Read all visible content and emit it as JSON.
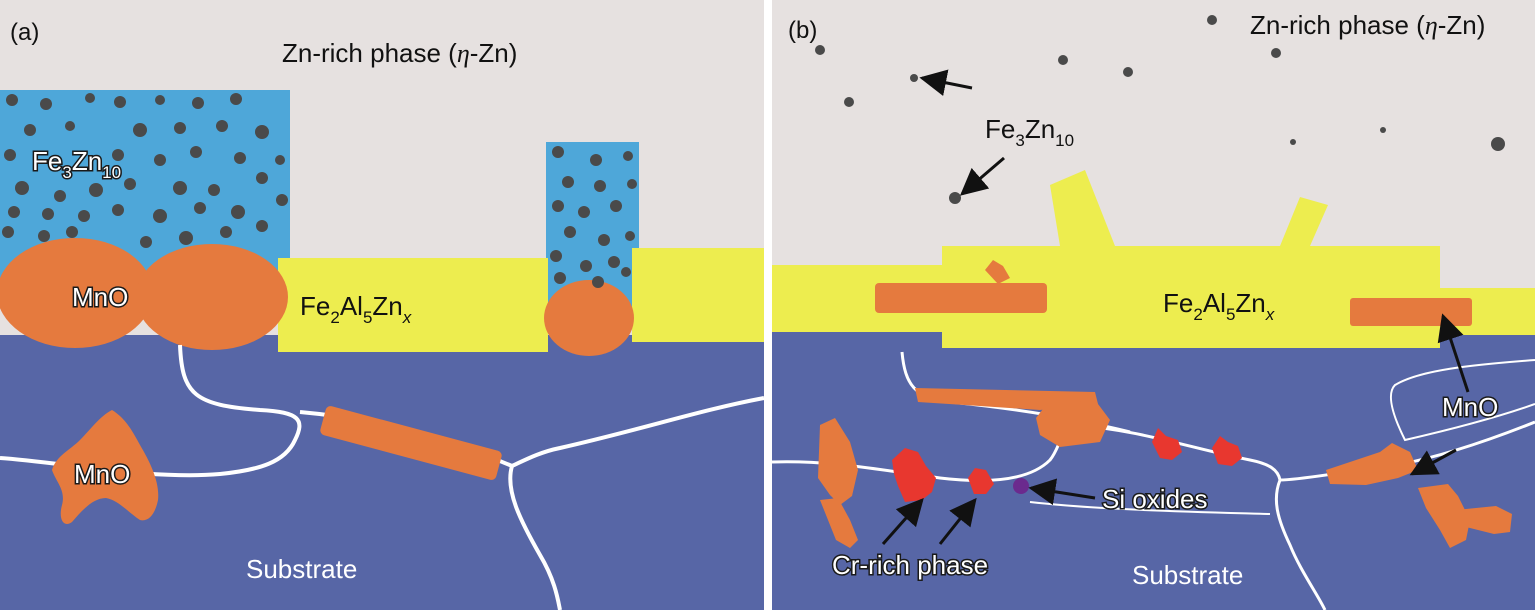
{
  "panel_a": {
    "tag": "(a)",
    "zn_phase": {
      "main": "Zn-rich phase (",
      "eta": "η",
      "tail": "-Zn)"
    },
    "fe3zn10": {
      "p1": "Fe",
      "s1": "3",
      "p2": "Zn",
      "s2": "10"
    },
    "fe2al5znx": {
      "p1": "Fe",
      "s1": "2",
      "p2": "Al",
      "s2": "5",
      "p3": "Zn",
      "s3": "x"
    },
    "mno_top": "MnO",
    "mno_bottom": "MnO",
    "substrate": "Substrate"
  },
  "panel_b": {
    "tag": "(b)",
    "zn_phase": {
      "main": "Zn-rich phase (",
      "eta": "η",
      "tail": "-Zn)"
    },
    "fe3zn10": {
      "p1": "Fe",
      "s1": "3",
      "p2": "Zn",
      "s2": "10"
    },
    "fe2al5znx": {
      "p1": "Fe",
      "s1": "2",
      "p2": "Al",
      "s2": "5",
      "p3": "Zn",
      "s3": "x"
    },
    "mno": "MnO",
    "si_oxides": "Si oxides",
    "cr_rich": "Cr-rich phase",
    "substrate": "Substrate"
  },
  "colors": {
    "zn_phase": "#e6e1e0",
    "fe3zn10": "#4ea7d9",
    "fe2al5znx": "#eded4f",
    "mno": "#e57a3e",
    "substrate": "#5766a6",
    "cr_rich": "#e8372f",
    "si_oxides": "#6b2a8e",
    "particles": "#4a4a4a"
  }
}
